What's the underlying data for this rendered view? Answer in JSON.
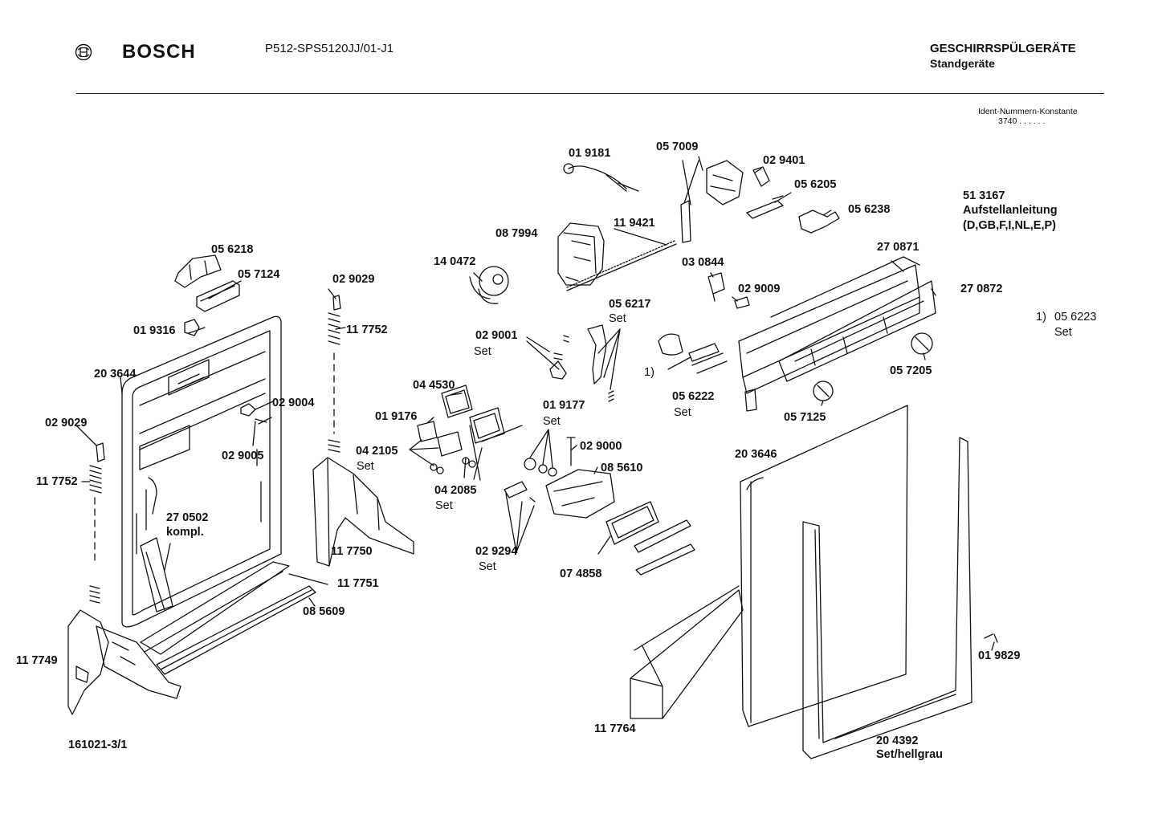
{
  "header": {
    "brand": "BOSCH",
    "model": "P512-SPS5120JJ/01-J1",
    "category": "GESCHIRRSPÜLGERÄTE",
    "subcategory": "Standgeräte",
    "ident_title": "Ident-Nummern-Konstante",
    "ident_value": "3740  . .   . . . .",
    "logo_icon": "bosch-armature-logo-icon"
  },
  "note": {
    "number": "51 3167",
    "line1": "Aufstellanleitung",
    "line2": "(D,GB,F,I,NL,E,P)"
  },
  "footnote": {
    "marker": "1)",
    "number": "05 6223",
    "suffix": "Set"
  },
  "footer": {
    "drawing_number": "161021-3/1"
  },
  "parts": [
    "01 9181",
    "05 7009",
    "02 9401",
    "05 6205",
    "05 6238",
    "08 7994",
    "11 9421",
    "05 6218",
    "05 7124",
    "02 9029",
    "11 7752",
    "14 0472",
    "03 0844",
    "27 0871",
    "27 0872",
    "02 9009",
    "01 9316",
    "05 6217",
    "02 9001",
    "20 3644",
    "05 7205",
    "05 6222",
    "04 4530",
    "02 9004",
    "01 9177",
    "01 9176",
    "05 7125",
    "02 9029",
    "02 9005",
    "04 2105",
    "02 9000",
    "08 5610",
    "20 3646",
    "11 7752",
    "04 2085",
    "27 0502",
    "11 7750",
    "02 9294",
    "11 7751",
    "07 4858",
    "08 5609",
    "11 7749",
    "01 9829",
    "11 7764",
    "20 4392"
  ],
  "labels": {
    "set": "Set",
    "kompl": "kompl.",
    "one": "1)",
    "set_hellgrau": "Set/hellgrau"
  }
}
